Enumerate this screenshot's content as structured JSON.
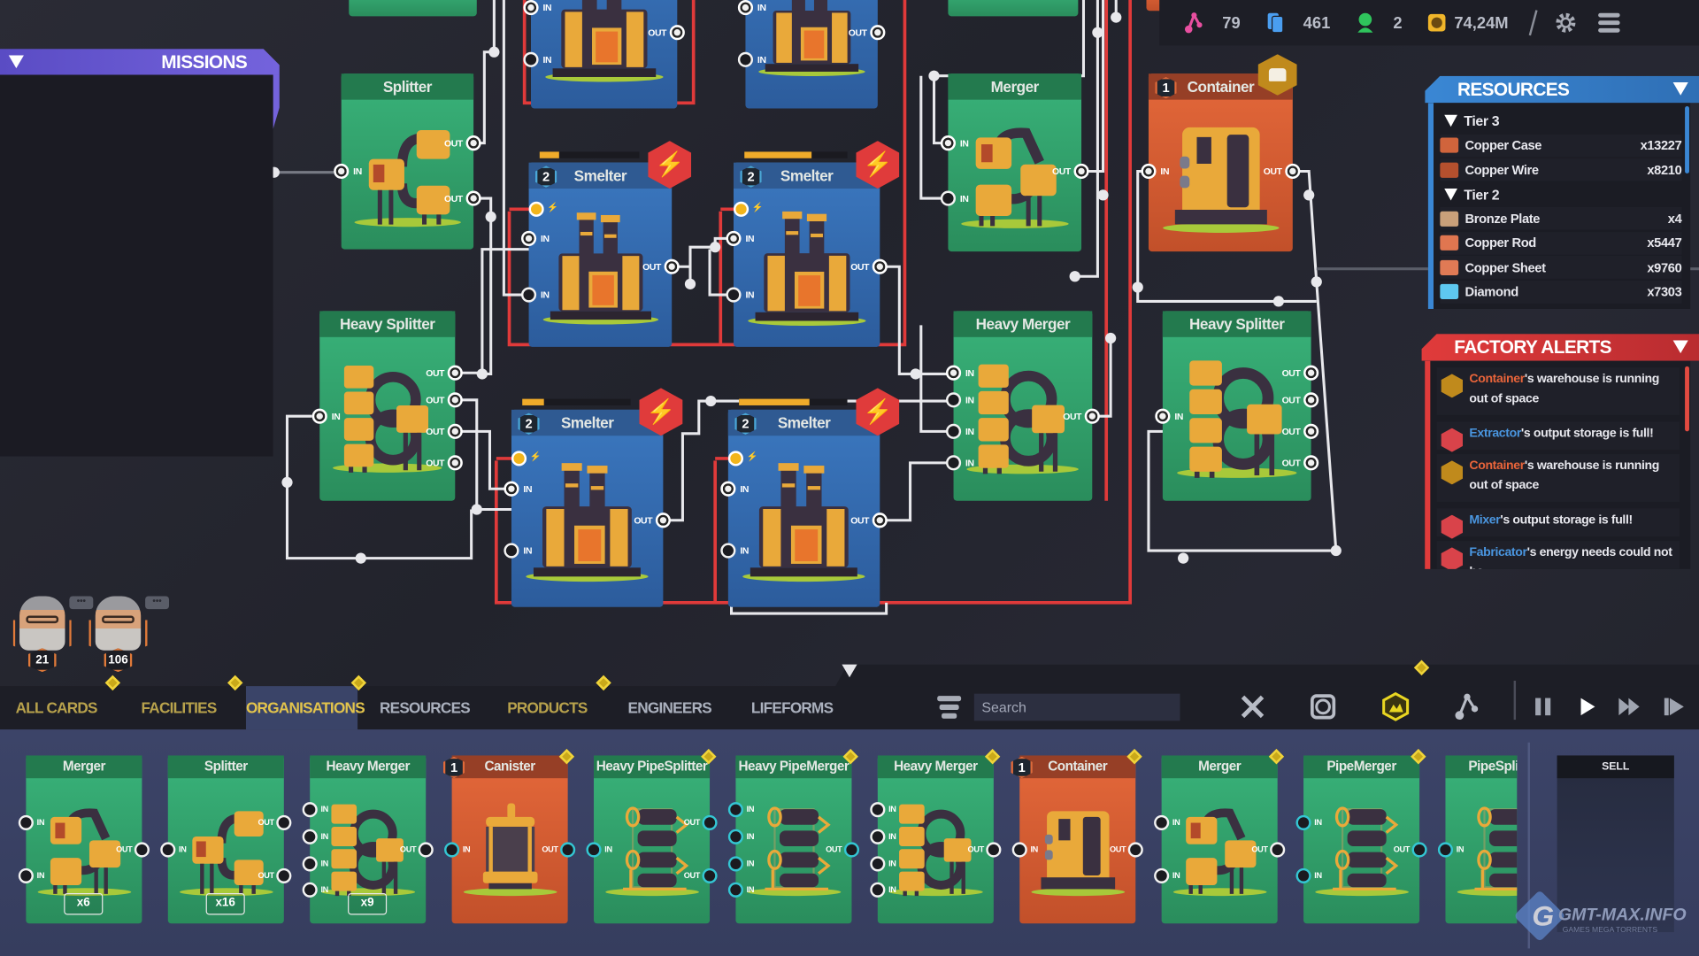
{
  "topbar": {
    "stats": [
      {
        "icon": "research-icon",
        "value": "79",
        "color": "#e84fa0"
      },
      {
        "icon": "cards-icon",
        "value": "461",
        "color": "#4a9ef0"
      },
      {
        "icon": "engineer-icon",
        "value": "2",
        "color": "#2fc45c"
      },
      {
        "icon": "coin-icon",
        "value": "74,24M",
        "color": "#f0b62a"
      }
    ]
  },
  "missions": {
    "title": "MISSIONS"
  },
  "resources": {
    "title": "RESOURCES",
    "rows": [
      {
        "type": "group",
        "label": "Tier 3"
      },
      {
        "type": "item",
        "name": "Copper Case",
        "count": "x13227",
        "color": "#d0643c"
      },
      {
        "type": "item",
        "name": "Copper Wire",
        "count": "x8210",
        "color": "#b4502e"
      },
      {
        "type": "group",
        "label": "Tier 2"
      },
      {
        "type": "item",
        "name": "Bronze Plate",
        "count": "x4",
        "color": "#c9a07a"
      },
      {
        "type": "item",
        "name": "Copper Rod",
        "count": "x5447",
        "color": "#e07650"
      },
      {
        "type": "item",
        "name": "Copper Sheet",
        "count": "x9760",
        "color": "#e07a55"
      },
      {
        "type": "item",
        "name": "Diamond",
        "count": "x7303",
        "color": "#5ec8f0"
      }
    ]
  },
  "alerts": {
    "title": "FACTORY ALERTS",
    "items": [
      {
        "subject": "Container",
        "text": "'s warehouse is running out of space",
        "subject_color": "#e8643a",
        "icon": "container-alert-icon",
        "icon_color": "#c08a1c"
      },
      {
        "subject": "Extractor",
        "text": "'s output storage is full!",
        "subject_color": "#4a96e0",
        "icon": "storage-full-icon",
        "icon_color": "#d9434a"
      },
      {
        "subject": "Container",
        "text": "'s warehouse is running out of space",
        "subject_color": "#e8643a",
        "icon": "container-alert-icon",
        "icon_color": "#c08a1c"
      },
      {
        "subject": "Mixer",
        "text": "'s output storage is full!",
        "subject_color": "#4a96e0",
        "icon": "storage-full-icon",
        "icon_color": "#d9434a"
      },
      {
        "subject": "Fabricator",
        "text": "'s energy needs could not be",
        "subject_color": "#4a96e0",
        "icon": "energy-alert-icon",
        "icon_color": "#d9434a"
      }
    ]
  },
  "engineers": [
    {
      "level": "21"
    },
    {
      "level": "106"
    }
  ],
  "tabs": [
    {
      "label": "ALL CARDS",
      "color": "#b8a24c"
    },
    {
      "label": "FACILITIES",
      "color": "#b8a24c"
    },
    {
      "label": "ORGANISATIONS",
      "color": "#e3c44c",
      "active": true
    },
    {
      "label": "RESOURCES",
      "color": "#aab0bd"
    },
    {
      "label": "PRODUCTS",
      "color": "#b8a24c"
    },
    {
      "label": "ENGINEERS",
      "color": "#aab0bd"
    },
    {
      "label": "LIFEFORMS",
      "color": "#aab0bd"
    }
  ],
  "search": {
    "placeholder": "Search"
  },
  "canvas": {
    "machines": [
      {
        "title": "",
        "color": "green",
        "art": "none",
        "inputs": [],
        "outputs": []
      },
      {
        "title": "",
        "color": "blue",
        "art": "smelter",
        "inputs": [
          "IN",
          "IN"
        ],
        "outputs": [
          "OUT"
        ]
      },
      {
        "title": "",
        "color": "blue",
        "art": "smelter",
        "inputs": [
          "IN",
          "IN"
        ],
        "outputs": [
          "OUT"
        ]
      },
      {
        "title": "",
        "color": "green",
        "art": "none",
        "inputs": [],
        "outputs": []
      },
      {
        "title": "",
        "color": "orange",
        "art": "none",
        "inputs": [],
        "outputs": []
      },
      {
        "title": "Splitter",
        "color": "green",
        "art": "splitter",
        "inputs": [
          "IN"
        ],
        "outputs": [
          "OUT",
          "OUT"
        ]
      },
      {
        "title": "Heavy Splitter",
        "color": "green",
        "art": "heavy",
        "inputs": [
          "IN"
        ],
        "outputs": [
          "OUT",
          "OUT",
          "OUT",
          "OUT"
        ]
      },
      {
        "title": "Smelter",
        "color": "blue",
        "art": "smelter",
        "tier": "2",
        "progress": 0.2,
        "power": true,
        "inputs": [
          "IN",
          "IN"
        ],
        "outputs": [
          "OUT"
        ]
      },
      {
        "title": "Smelter",
        "color": "blue",
        "art": "smelter",
        "tier": "2",
        "progress": 0.65,
        "power": true,
        "inputs": [
          "IN",
          "IN"
        ],
        "outputs": [
          "OUT"
        ]
      },
      {
        "title": "Smelter",
        "color": "blue",
        "art": "smelter",
        "tier": "2",
        "progress": 0.2,
        "power": true,
        "inputs": [
          "IN",
          "IN"
        ],
        "outputs": [
          "OUT"
        ]
      },
      {
        "title": "Smelter",
        "color": "blue",
        "art": "smelter",
        "tier": "2",
        "progress": 0.65,
        "power": true,
        "inputs": [
          "IN",
          "IN"
        ],
        "outputs": [
          "OUT"
        ]
      },
      {
        "title": "Merger",
        "color": "green",
        "art": "merger",
        "inputs": [
          "IN",
          "IN"
        ],
        "outputs": [
          "OUT"
        ]
      },
      {
        "title": "Container",
        "color": "orange",
        "art": "container",
        "tier": "1",
        "chest": true,
        "inputs": [
          "IN"
        ],
        "outputs": [
          "OUT"
        ]
      },
      {
        "title": "Heavy Merger",
        "color": "green",
        "art": "heavy",
        "inputs": [
          "IN",
          "IN",
          "IN",
          "IN"
        ],
        "outputs": [
          "OUT"
        ]
      },
      {
        "title": "Heavy Splitter",
        "color": "green",
        "art": "heavy",
        "inputs": [
          "IN"
        ],
        "outputs": [
          "OUT",
          "OUT",
          "OUT",
          "OUT"
        ]
      }
    ]
  },
  "tray": {
    "cards": [
      {
        "title": "Merger",
        "color": "green",
        "art": "merger",
        "count": "x6",
        "inputs": [
          "IN",
          "IN"
        ],
        "outputs": [
          "OUT"
        ]
      },
      {
        "title": "Splitter",
        "color": "green",
        "art": "splitter",
        "count": "x16",
        "inputs": [
          "IN"
        ],
        "outputs": [
          "OUT",
          "OUT"
        ]
      },
      {
        "title": "Heavy Merger",
        "color": "green",
        "art": "heavy",
        "count": "x9",
        "inputs": [
          "IN",
          "IN",
          "IN",
          "IN"
        ],
        "outputs": [
          "OUT"
        ]
      },
      {
        "title": "Canister",
        "color": "orange",
        "art": "canister",
        "tier": "1",
        "new": true,
        "teal": true,
        "inputs": [
          "IN"
        ],
        "outputs": [
          "OUT"
        ]
      },
      {
        "title": "Heavy PipeSplitter",
        "color": "green",
        "art": "pipe",
        "new": true,
        "teal": true,
        "inputs": [
          "IN"
        ],
        "outputs": [
          "OUT",
          "OUT"
        ]
      },
      {
        "title": "Heavy PipeMerger",
        "color": "green",
        "art": "pipe",
        "new": true,
        "teal": true,
        "inputs": [
          "IN",
          "IN",
          "IN",
          "IN"
        ],
        "outputs": [
          "OUT"
        ]
      },
      {
        "title": "Heavy Merger",
        "color": "green",
        "art": "heavy",
        "new": true,
        "inputs": [
          "IN",
          "IN",
          "IN",
          "IN"
        ],
        "outputs": [
          "OUT"
        ]
      },
      {
        "title": "Container",
        "color": "orange",
        "art": "container",
        "tier": "1",
        "new": true,
        "inputs": [
          "IN"
        ],
        "outputs": [
          "OUT"
        ]
      },
      {
        "title": "Merger",
        "color": "green",
        "art": "merger",
        "new": true,
        "inputs": [
          "IN",
          "IN"
        ],
        "outputs": [
          "OUT"
        ]
      },
      {
        "title": "PipeMerger",
        "color": "green",
        "art": "pipe",
        "new": true,
        "teal": true,
        "inputs": [
          "IN",
          "IN"
        ],
        "outputs": [
          "OUT"
        ]
      },
      {
        "title": "PipeSplitter",
        "color": "green",
        "art": "pipe",
        "teal": true,
        "inputs": [
          "IN"
        ],
        "outputs": []
      }
    ],
    "sell_label": "SELL"
  },
  "watermark": {
    "text": "GMT-MAX.INFO",
    "sub": "GAMES MEGA TORRENTS"
  },
  "colors": {
    "wire": "#e8e8ec",
    "power_wire": "#e03a3a",
    "accent": "#e3c44c"
  }
}
